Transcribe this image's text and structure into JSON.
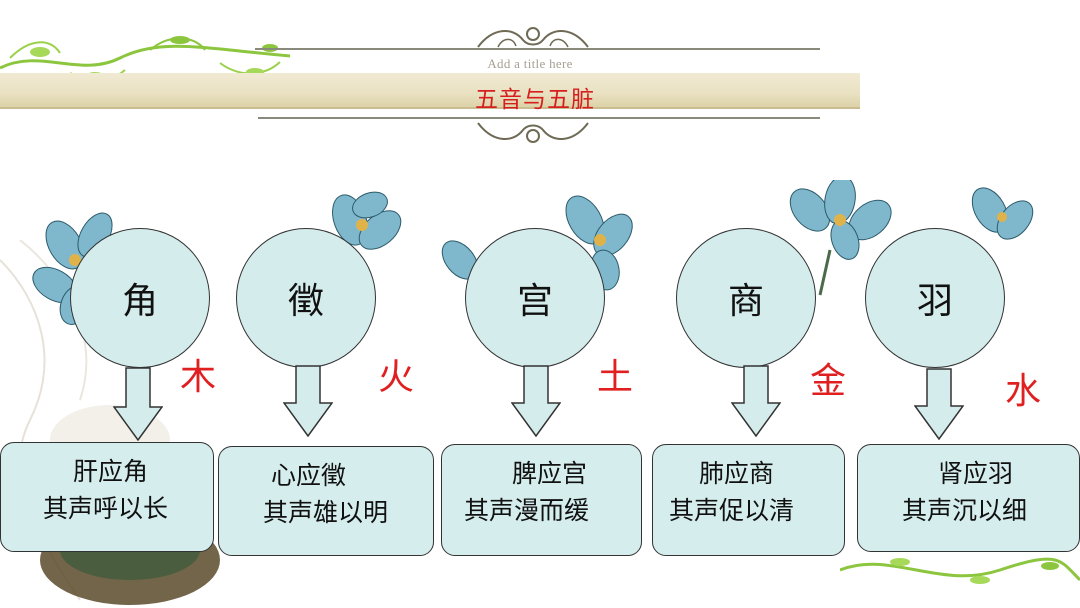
{
  "header": {
    "subtitle": "Add a title here",
    "title": "五音与五脏"
  },
  "colors": {
    "node_fill": "#d4ecec",
    "box_fill": "#d6eded",
    "element_red": "#e02020",
    "title_red": "#d61e1e",
    "vine_green": "#8cc63f"
  },
  "tones": [
    {
      "tone": "角",
      "element": "木",
      "organ_line1": "肝应角",
      "organ_line2": "其声呼以长"
    },
    {
      "tone": "徵",
      "element": "火",
      "organ_line1": "心应徵",
      "organ_line2": "其声雄以明"
    },
    {
      "tone": "宫",
      "element": "土",
      "organ_line1": "脾应宫",
      "organ_line2": "其声漫而缓"
    },
    {
      "tone": "商",
      "element": "金",
      "organ_line1": "肺应商",
      "organ_line2": "其声促以清"
    },
    {
      "tone": "羽",
      "element": "水",
      "organ_line1": "肾应羽",
      "organ_line2": "其声沉以细"
    }
  ]
}
